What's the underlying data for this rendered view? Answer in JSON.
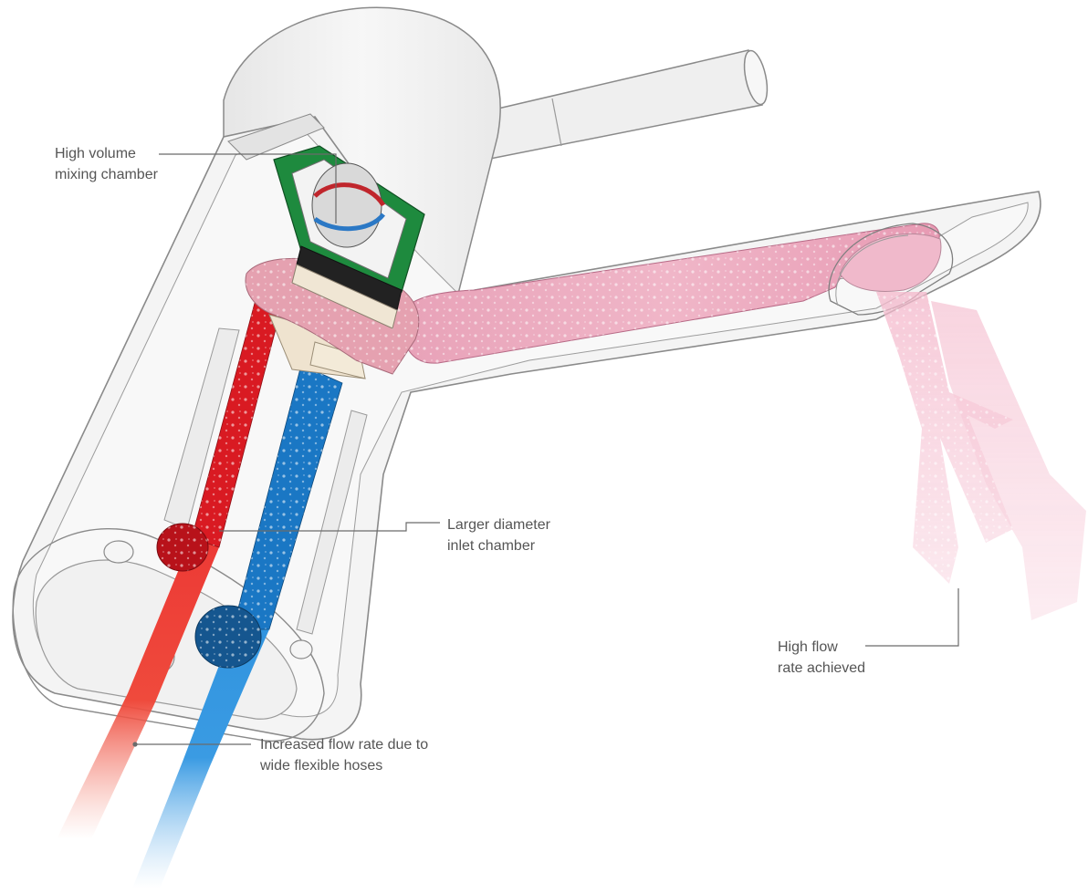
{
  "labels": {
    "mixing": {
      "line1": "High volume",
      "line2": "mixing chamber"
    },
    "inlet": {
      "line1": "Larger diameter",
      "line2": "inlet chamber"
    },
    "flow": {
      "line1": "High flow",
      "line2": "rate achieved"
    },
    "hoses": {
      "line1": "Increased flow rate due to",
      "line2": "wide flexible hoses"
    }
  },
  "colors": {
    "hot": "#e8202a",
    "cold": "#1f86d6",
    "mixed": "#f2a7bd",
    "body_fill": "#f4f4f4",
    "body_stroke": "#8a8a8a",
    "cartridge_green": "#1e8a3e",
    "leader_line": "#6b6b6b",
    "label_text": "#555555"
  }
}
